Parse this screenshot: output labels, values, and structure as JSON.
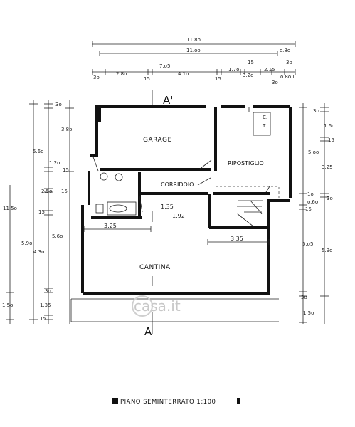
{
  "rooms": {
    "garage": "GARAGE",
    "ripostiglio": "RIPOSTIGLIO",
    "corridoio": "CORRIDOIO",
    "cantina": "CANTINA",
    "ct_c": "C.",
    "ct_t": "T."
  },
  "section_marks": {
    "top": "A'",
    "bottom": "A"
  },
  "inner_dims": {
    "d135": "1.35",
    "d192": "1.92",
    "d325": "3.25",
    "d335": "3.35"
  },
  "top_dims": {
    "total_1180": "11.8o",
    "total_1100": "11.oo",
    "d080a": "o.8o",
    "d30a": "3o",
    "d280": "2.8o",
    "d705": "7.o5",
    "d15a": "15",
    "d410": "4.1o",
    "d15b": "15",
    "d170": "1.7o",
    "d15c": "15",
    "d320": "3.2o",
    "d215": "2.15",
    "d30b": "3o",
    "d30c": "3o",
    "d080b": "o.8o",
    "d1": "1"
  },
  "left_dims": {
    "d30": "3o",
    "d380": "3.8o",
    "d560a": "5.6o",
    "d15a": "15",
    "d120": "1.2o",
    "d250": "2.5o",
    "d15b": "15",
    "d1150": "11.5o",
    "d15c": "15",
    "d590": "5.9o",
    "d560b": "5.6o",
    "d430": "4.3o",
    "d30b": "3o",
    "d150": "1.5o",
    "d135": "1.35",
    "d15d": "15"
  },
  "right_dims": {
    "d30a": "3o",
    "d160": "1.6o",
    "d15a": "15",
    "d500": "5.oo",
    "d325": "3.25",
    "d10": "1o",
    "d30b": "3o",
    "d060": "o.6o",
    "d15b": "15",
    "d505": "5.o5",
    "d590": "5.9o",
    "d30c": "3o",
    "d150": "1.5o"
  },
  "watermark": "casa.it",
  "caption": "PIANO SEMINTERRATO 1:100"
}
